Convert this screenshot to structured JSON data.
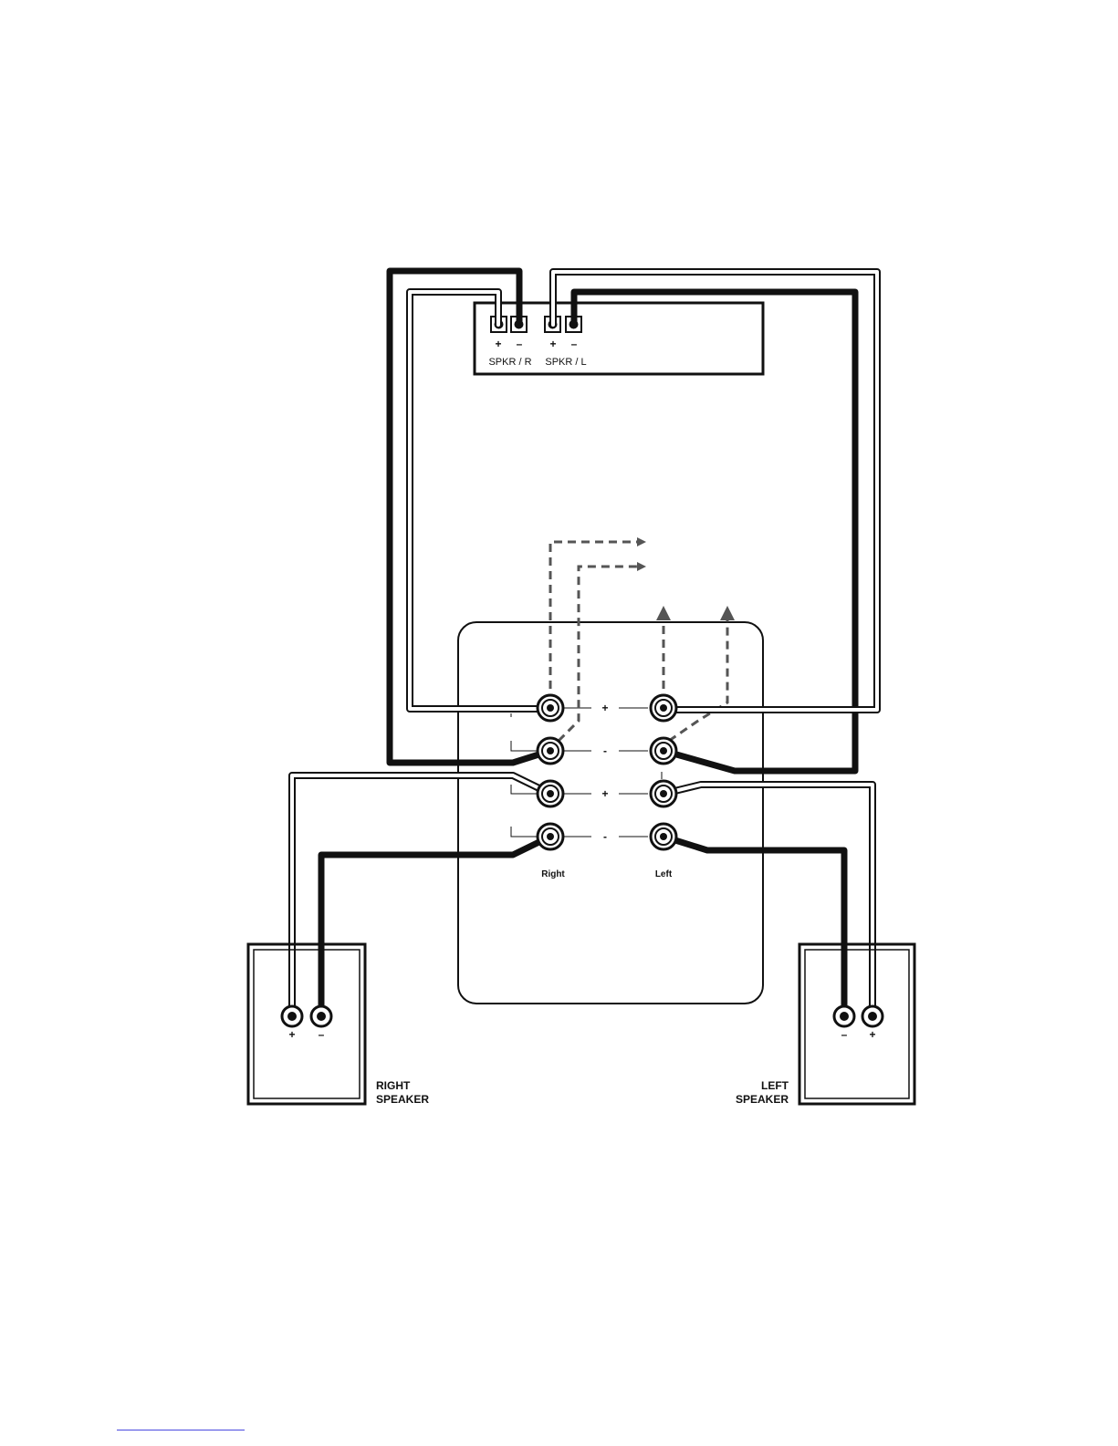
{
  "amplifier": {
    "terminal_signs": [
      "+",
      "–",
      "+",
      "–"
    ],
    "right_label": "SPKR / R",
    "left_label": "SPKR / L"
  },
  "crossover": {
    "row_signs": [
      "+",
      "-",
      "+",
      "-"
    ],
    "right_label": "Right",
    "left_label": "Left"
  },
  "right_speaker": {
    "plus": "+",
    "minus": "–",
    "label_line1": "RIGHT",
    "label_line2": "SPEAKER"
  },
  "left_speaker": {
    "minus": "–",
    "plus": "+",
    "label_line1": "LEFT",
    "label_line2": "SPEAKER"
  },
  "colors": {
    "ink": "#111111",
    "dashed": "#555555"
  }
}
